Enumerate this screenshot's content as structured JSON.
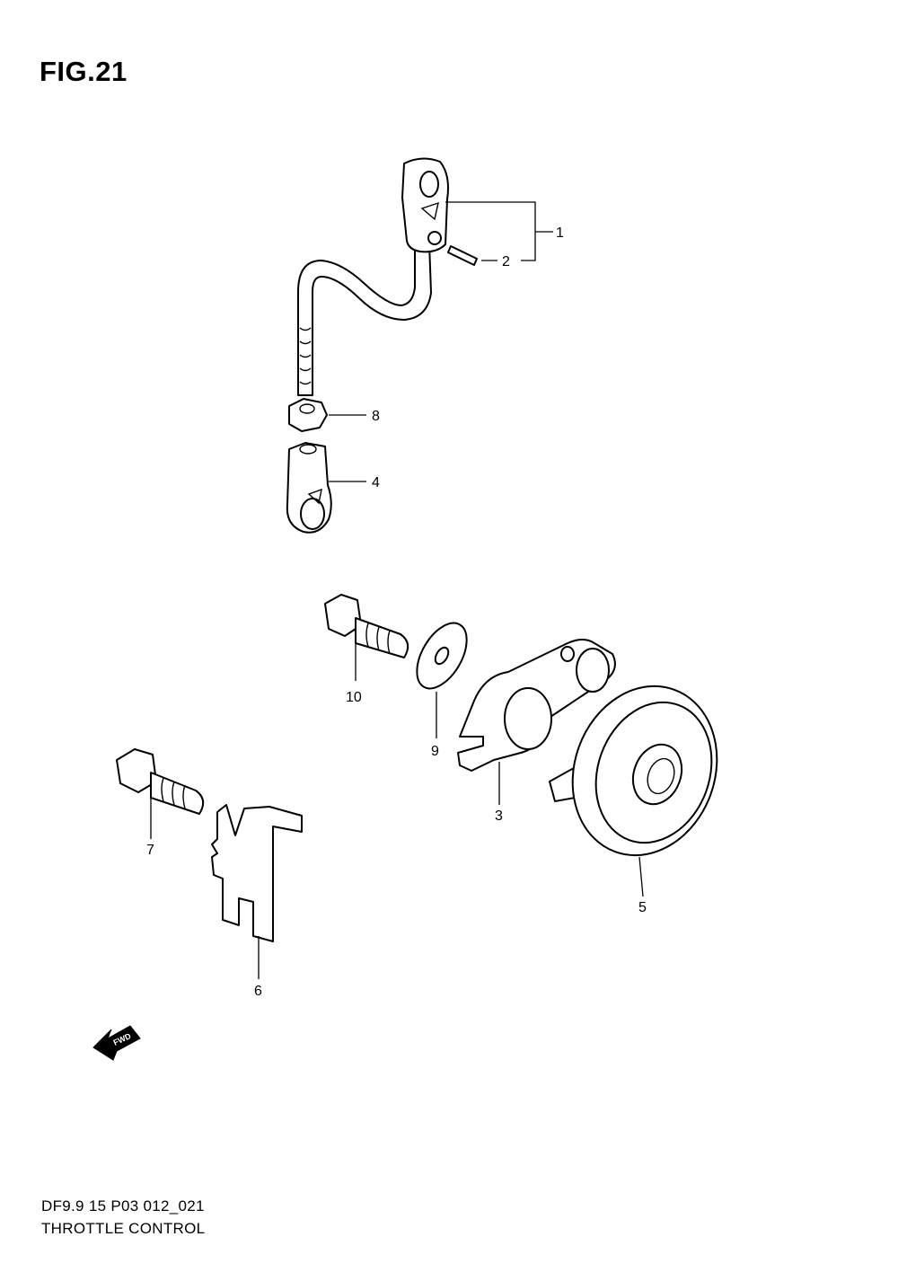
{
  "figure": {
    "title": "FIG.21"
  },
  "footer": {
    "code": "DF9.9 15 P03 012_021",
    "name": "THROTTLE CONTROL"
  },
  "callouts": [
    "1",
    "2",
    "3",
    "4",
    "5",
    "6",
    "7",
    "8",
    "9",
    "10"
  ],
  "fwd": {
    "label": "FWD"
  }
}
